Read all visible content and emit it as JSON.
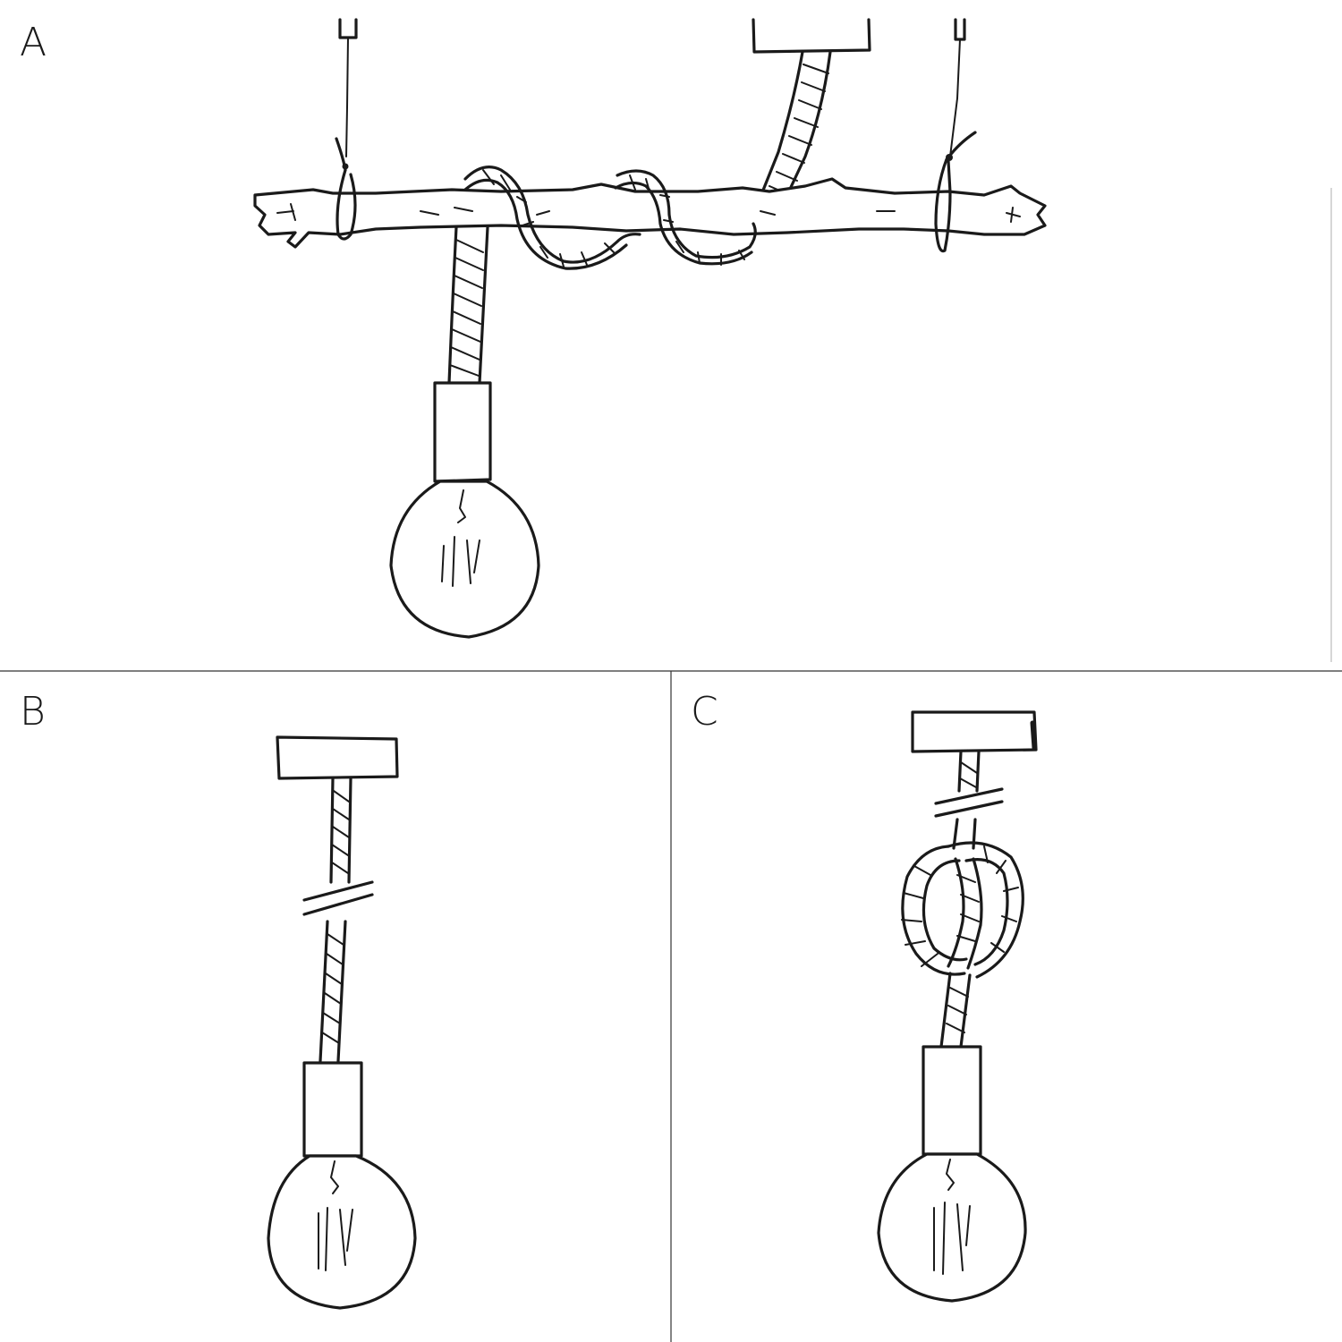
{
  "panels": [
    {
      "id": "A",
      "label": "A"
    },
    {
      "id": "B",
      "label": "B"
    },
    {
      "id": "C",
      "label": "C"
    }
  ],
  "colors": {
    "ink": "#1a1a1a",
    "background": "#ffffff",
    "divider": "#333333"
  }
}
